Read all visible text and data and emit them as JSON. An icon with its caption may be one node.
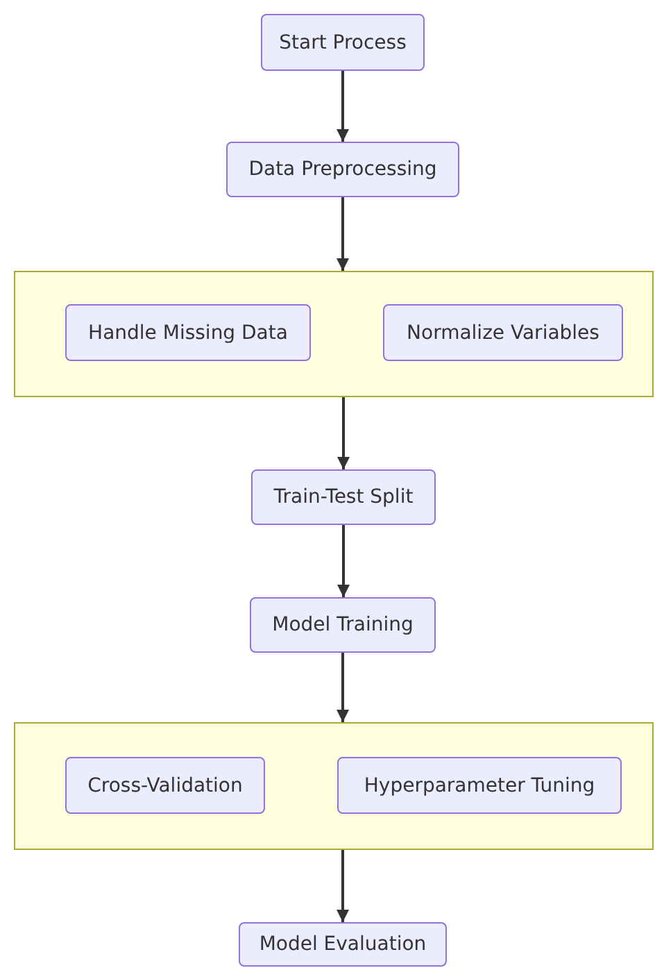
{
  "diagram": {
    "nodes": [
      {
        "text": [
          "Start Process"
        ]
      },
      {
        "text": [
          "Data Preprocessing"
        ]
      },
      {
        "text": [],
        "shape": "box"
      },
      {
        "text": [
          "Handle Missing Data"
        ],
        "in": 2
      },
      {
        "text": [
          "Normalize Variables"
        ],
        "in": 2
      },
      {
        "text": [
          "Train-Test Split"
        ]
      },
      {
        "text": [
          "Model Training"
        ]
      },
      {
        "text": [],
        "shape": "box"
      },
      {
        "text": [
          "Cross-Validation"
        ],
        "in": 7
      },
      {
        "text": [
          "Hyperparameter Tuning"
        ],
        "in": 7
      },
      {
        "text": [
          "Model Evaluation"
        ]
      }
    ],
    "edges": [
      {
        "from": 0,
        "to": 1,
        "arrow": "to"
      },
      {
        "from": 1,
        "to": 2,
        "arrow": "to"
      },
      {
        "from": 2,
        "to": 5,
        "arrow": "to"
      },
      {
        "from": 5,
        "to": 6,
        "arrow": "to"
      },
      {
        "from": 6,
        "to": 7,
        "arrow": "to"
      },
      {
        "from": 7,
        "to": 10,
        "arrow": "to"
      }
    ]
  }
}
